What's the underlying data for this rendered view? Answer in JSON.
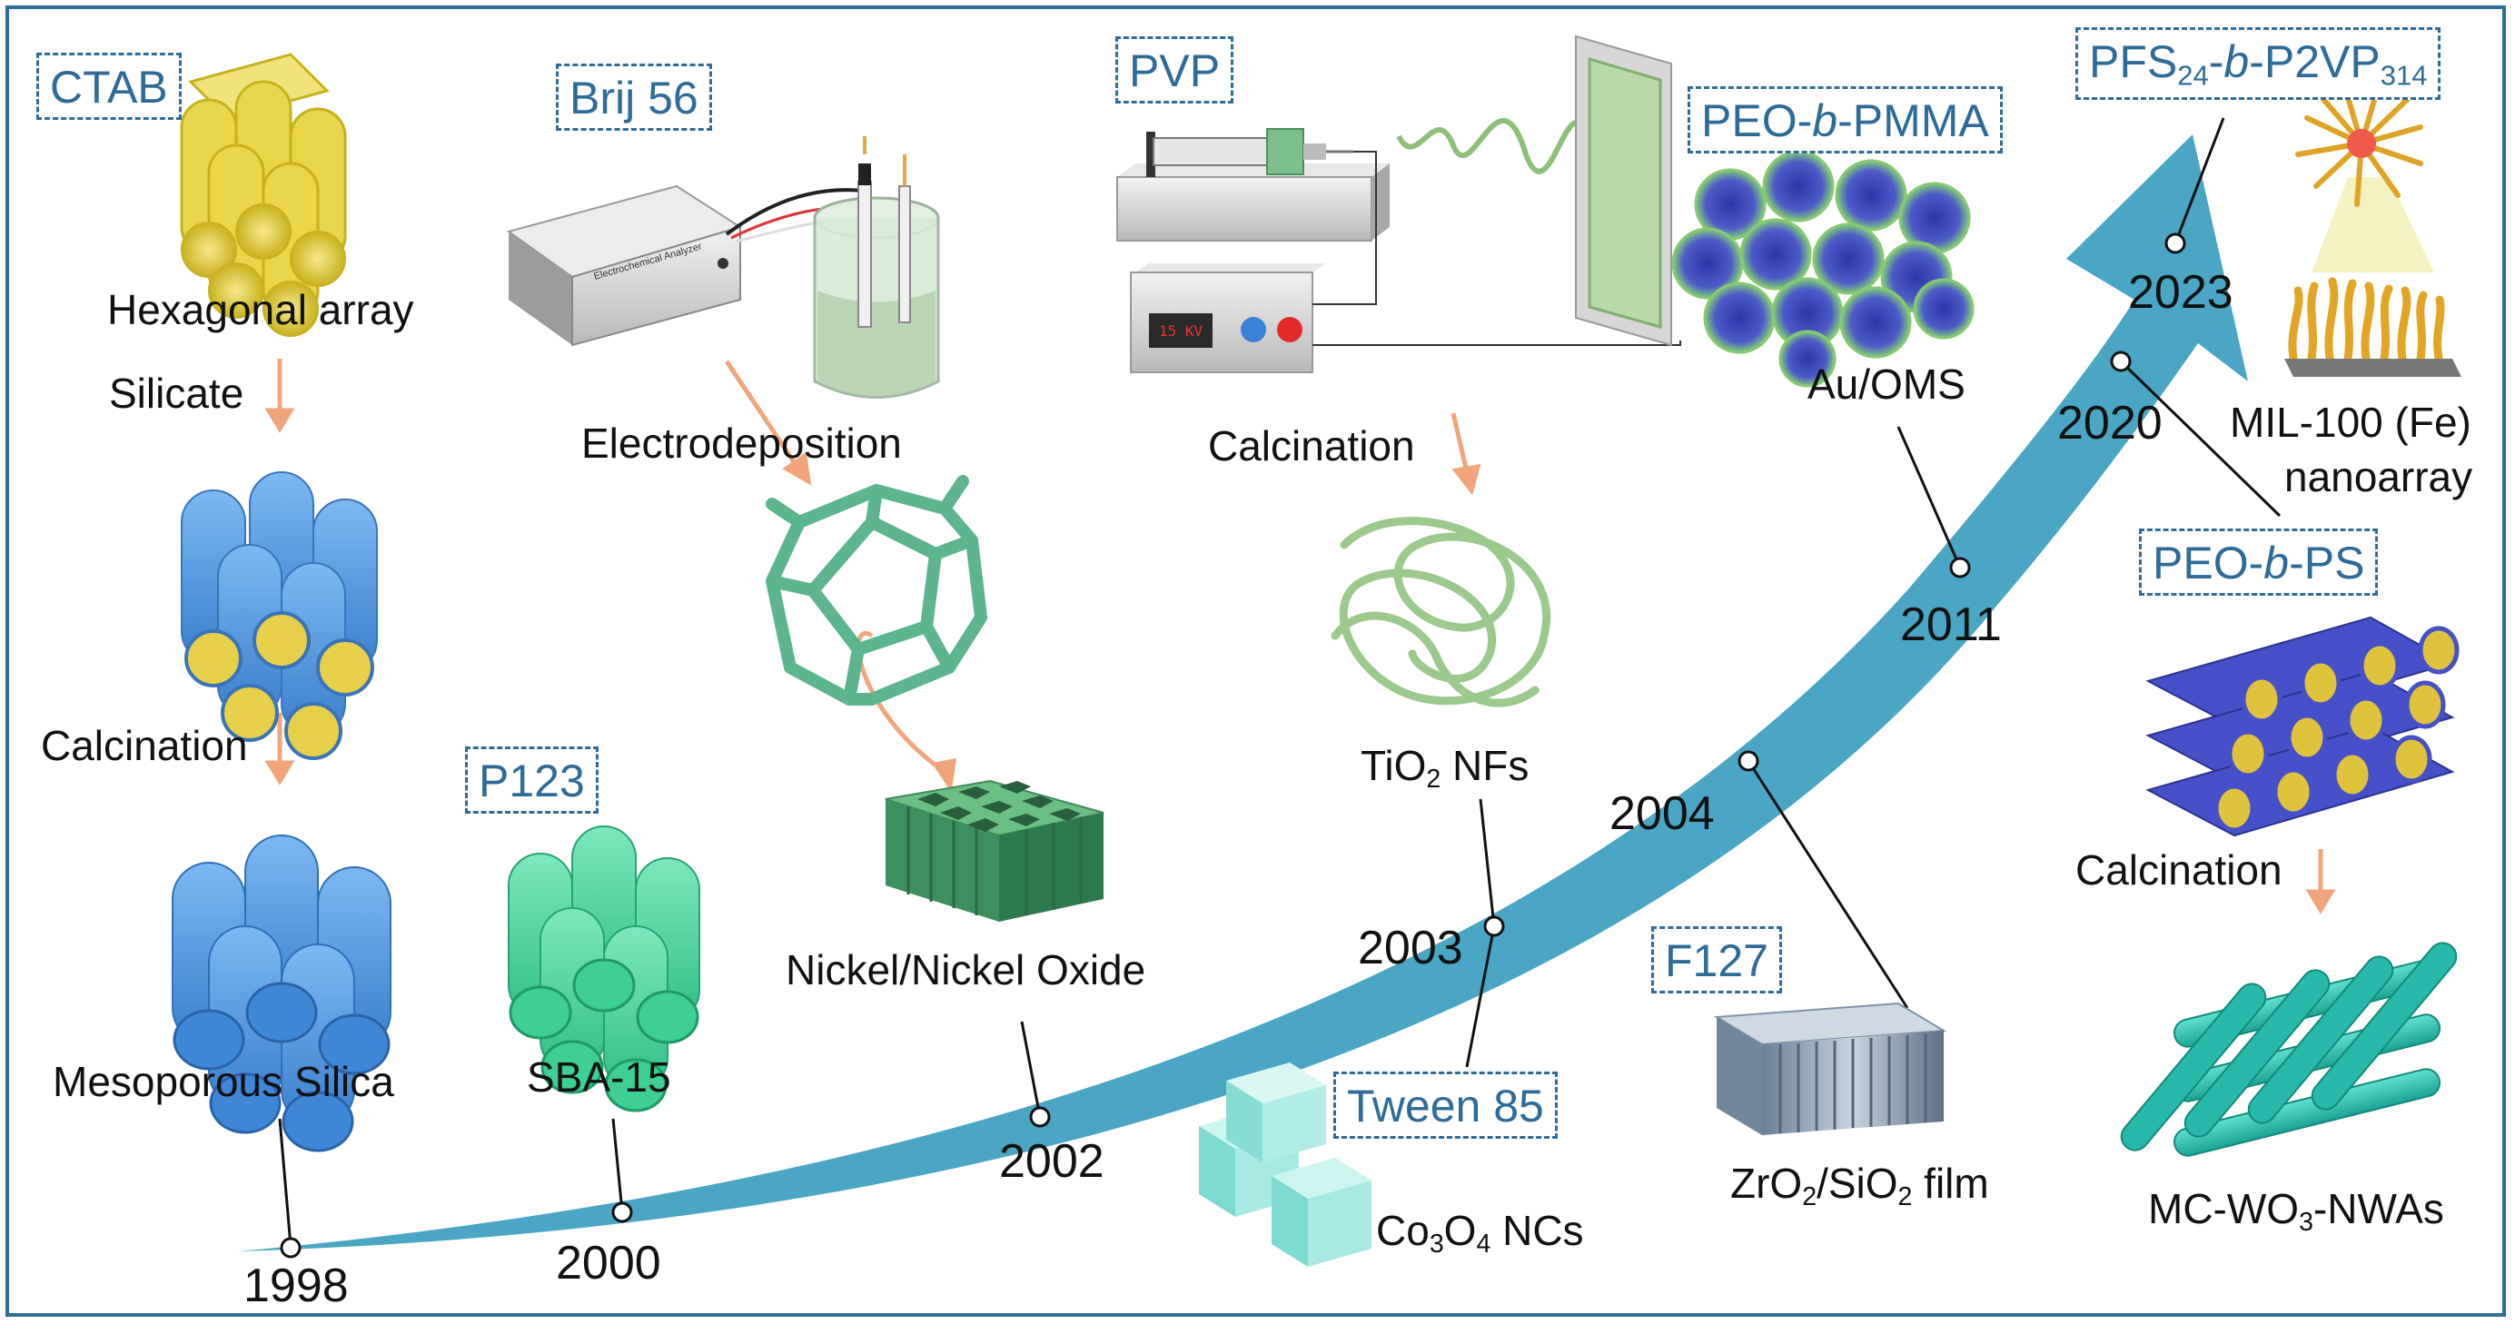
{
  "templates": {
    "ctab": "CTAB",
    "brij56": "Brij 56",
    "pvp": "PVP",
    "peo_b_pmma": {
      "pre": "PEO-",
      "italic": "b",
      "post": "-PMMA"
    },
    "pfs_p2vp": {
      "a": "PFS",
      "a_sub": "24",
      "dash1": "-",
      "italic": "b",
      "dash2": "-P2VP",
      "b_sub": "314"
    },
    "p123": "P123",
    "tween85": "Tween 85",
    "f127": "F127",
    "peo_b_ps": {
      "pre": "PEO-",
      "italic": "b",
      "post": "-PS"
    }
  },
  "labels": {
    "hexagonal_array": "Hexagonal array",
    "silicate": "Silicate",
    "calcination_1": "Calcination",
    "mesoporous_silica": "Mesoporous Silica",
    "sba15": "SBA-15",
    "electrodeposition": "Electrodeposition",
    "nickel_oxide": "Nickel/Nickel Oxide",
    "calcination_2": "Calcination",
    "tio2_nfs": {
      "a": "TiO",
      "sub": "2",
      "b": " NFs"
    },
    "co3o4_ncs": {
      "a": "Co",
      "sub1": "3",
      "b": "O",
      "sub2": "4",
      "c": " NCs"
    },
    "au_oms": "Au/OMS",
    "zro2_sio2": {
      "a": "ZrO",
      "sub1": "2",
      "b": "/SiO",
      "sub2": "2",
      "c": " film"
    },
    "mil100_line1": "MIL-100 (Fe)",
    "mil100_line2": "nanoarray",
    "calcination_3": "Calcination",
    "mc_wo3": {
      "a": "MC-WO",
      "sub": "3",
      "b": "-NWAs"
    },
    "analyzer_text": "Electrochemical Analyzer",
    "hv_readout": "15 KV"
  },
  "years": [
    "1998",
    "2000",
    "2002",
    "2003",
    "2004",
    "2011",
    "2020",
    "2023"
  ],
  "colors": {
    "arrow": "#4aa6c4",
    "frame": "#2f6f95",
    "tag_text": "#2d6b99",
    "process_arrow": "#f2a57a",
    "ctab_yellow": "#e9d54a",
    "silica_blue": "#4d95e0",
    "sba_green": "#47d69b",
    "nickel_green": "#3f9a6a",
    "tio2_green": "#9cc98c",
    "wo3_teal": "#2cc2b2",
    "co3o4_cyan": "#8fe6df"
  }
}
